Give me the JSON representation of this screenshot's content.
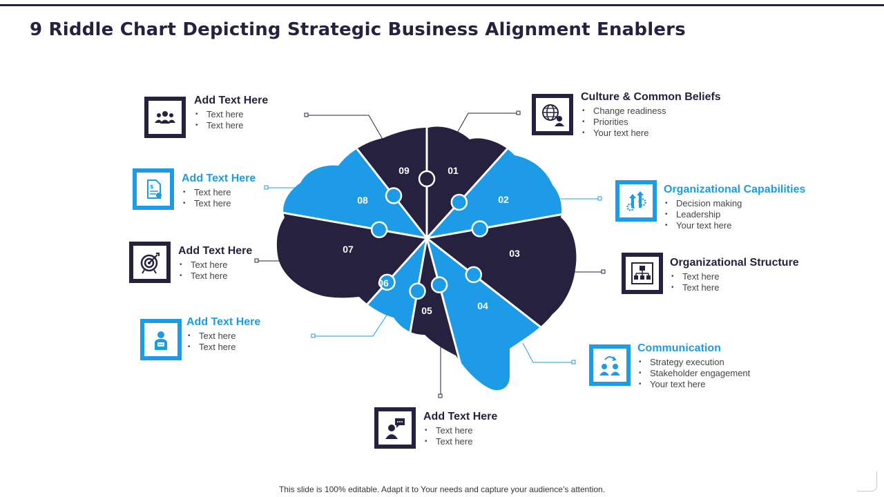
{
  "title": "9 Riddle Chart Depicting Strategic Business Alignment Enablers",
  "footer": "This slide is 100% editable. Adapt it to Your needs and capture your audience’s attention.",
  "colors": {
    "dark": "#25213f",
    "light": "#1d9be6",
    "separator": "#ffffff"
  },
  "pieces": [
    {
      "num": "01",
      "shade": "dark"
    },
    {
      "num": "02",
      "shade": "light"
    },
    {
      "num": "03",
      "shade": "dark"
    },
    {
      "num": "04",
      "shade": "light"
    },
    {
      "num": "05",
      "shade": "dark"
    },
    {
      "num": "06",
      "shade": "light"
    },
    {
      "num": "07",
      "shade": "dark"
    },
    {
      "num": "08",
      "shade": "light"
    },
    {
      "num": "09",
      "shade": "dark"
    }
  ],
  "callouts": [
    {
      "id": "topleft",
      "title": "Add Text Here",
      "shade": "dark",
      "icon": "team-icon",
      "items": [
        "Text here",
        "Text here"
      ]
    },
    {
      "id": "leftupper",
      "title": "Add Text Here",
      "shade": "light",
      "icon": "document-dollar-icon",
      "items": [
        "Text here",
        "Text here"
      ]
    },
    {
      "id": "leftmid",
      "title": "Add Text Here",
      "shade": "dark",
      "icon": "target-icon",
      "items": [
        "Text here",
        "Text here"
      ]
    },
    {
      "id": "leftlower",
      "title": "Add Text Here",
      "shade": "light",
      "icon": "businessman-icon",
      "items": [
        "Text here",
        "Text here"
      ]
    },
    {
      "id": "bottom",
      "title": "Add Text Here",
      "shade": "dark",
      "icon": "chat-person-icon",
      "items": [
        "Text here",
        "Text here"
      ]
    },
    {
      "id": "culture",
      "title": "Culture & Common Beliefs",
      "shade": "dark",
      "icon": "globe-user-icon",
      "items": [
        "Change readiness",
        "Priorities",
        "Your text here"
      ]
    },
    {
      "id": "capabilities",
      "title": "Organizational Capabilities",
      "shade": "light",
      "icon": "growth-gears-icon",
      "items": [
        "Decision making",
        "Leadership",
        "Your text here"
      ]
    },
    {
      "id": "structure",
      "title": "Organizational Structure",
      "shade": "dark",
      "icon": "org-chart-icon",
      "items": [
        "Text here",
        "Text here"
      ]
    },
    {
      "id": "communication",
      "title": "Communication",
      "shade": "light",
      "icon": "people-exchange-icon",
      "items": [
        "Strategy execution",
        "Stakeholder engagement",
        "Your text here"
      ]
    }
  ]
}
